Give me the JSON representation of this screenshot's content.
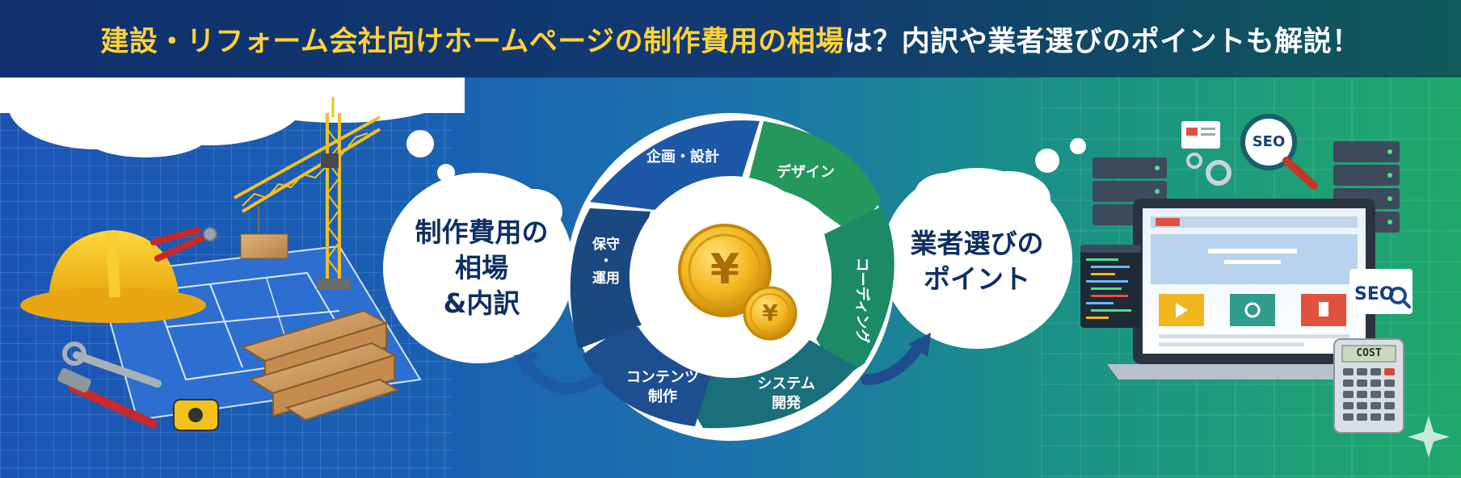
{
  "banner": {
    "title_highlight": "建設・リフォーム会社向けホームページの制作費用の相場",
    "title_rest": "は？内訳や業者選びのポイントも解説！",
    "left_bubble": "制作費用の\n相場\n&内訳",
    "right_bubble": "業者選びの\nポイント",
    "cycle_steps": {
      "planning": "企画・設計",
      "design": "デザイン",
      "coding": "コーディング",
      "system": "システム\n開発",
      "content": "コンテンツ\n制作",
      "maintenance": "保守\n・\n運用"
    },
    "coin_big": "¥",
    "coin_small": "¥",
    "seo_magnifier": "SEO",
    "seo_card": "SEO",
    "calculator_display": "COST"
  },
  "colors": {
    "title_highlight": "#ffd23a",
    "title_rest": "#ffffff",
    "cycle_dark": "#1d4e8f",
    "cycle_green": "#1f8f5c",
    "coin": "#f2b61f"
  },
  "icons": [
    "hard-hat-icon",
    "crane-icon",
    "wrench-icon",
    "pliers-icon",
    "hammer-icon",
    "tape-measure-icon",
    "lumber-icon",
    "blueprint-icon",
    "yen-coin-icon",
    "laptop-icon",
    "server-icon",
    "gear-icon",
    "code-window-icon",
    "calculator-icon",
    "seo-magnifier-icon",
    "sparkle-icon"
  ]
}
